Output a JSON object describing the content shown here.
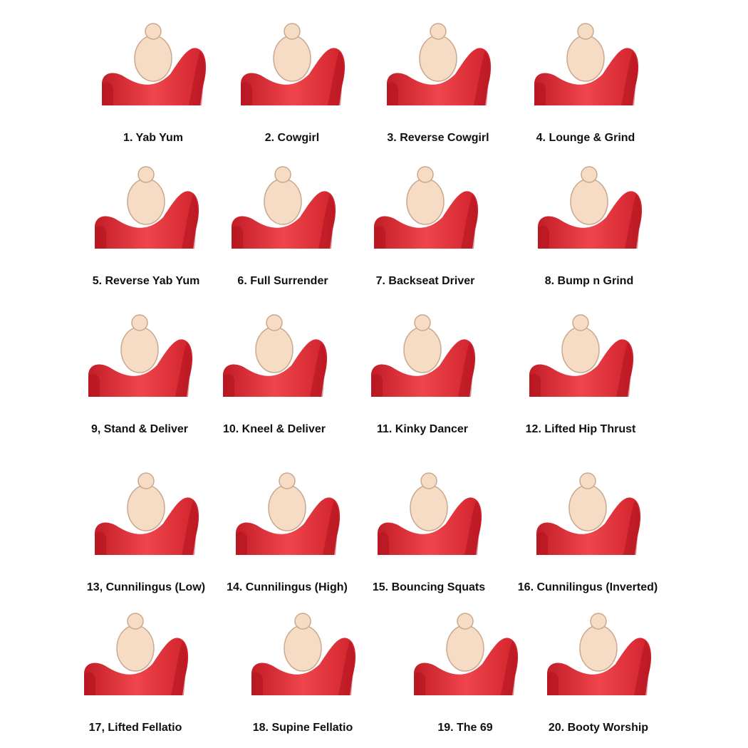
{
  "colors": {
    "chaise": "#e8323a",
    "chaise_shade": "#c21d27",
    "figure": "#f6dcc4",
    "outline": "#6b4a3a"
  },
  "positions": [
    {
      "label": "1. Yab Yum"
    },
    {
      "label": "2. Cowgirl"
    },
    {
      "label": "3. Reverse Cowgirl"
    },
    {
      "label": "4. Lounge & Grind"
    },
    {
      "label": "5. Reverse Yab Yum"
    },
    {
      "label": "6. Full Surrender"
    },
    {
      "label": "7. Backseat Driver"
    },
    {
      "label": "8. Bump n Grind"
    },
    {
      "label": "9, Stand & Deliver"
    },
    {
      "label": "10. Kneel & Deliver"
    },
    {
      "label": "11. Kinky Dancer"
    },
    {
      "label": "12. Lifted Hip Thrust"
    },
    {
      "label": "13, Cunnilingus (Low)"
    },
    {
      "label": "14. Cunnilingus (High)"
    },
    {
      "label": "15. Bouncing Squats"
    },
    {
      "label": "16. Cunnilingus (Inverted)"
    },
    {
      "label": "17, Lifted Fellatio"
    },
    {
      "label": "18. Supine Fellatio"
    },
    {
      "label": "19. The 69"
    },
    {
      "label": "20. Booty Worship"
    }
  ]
}
